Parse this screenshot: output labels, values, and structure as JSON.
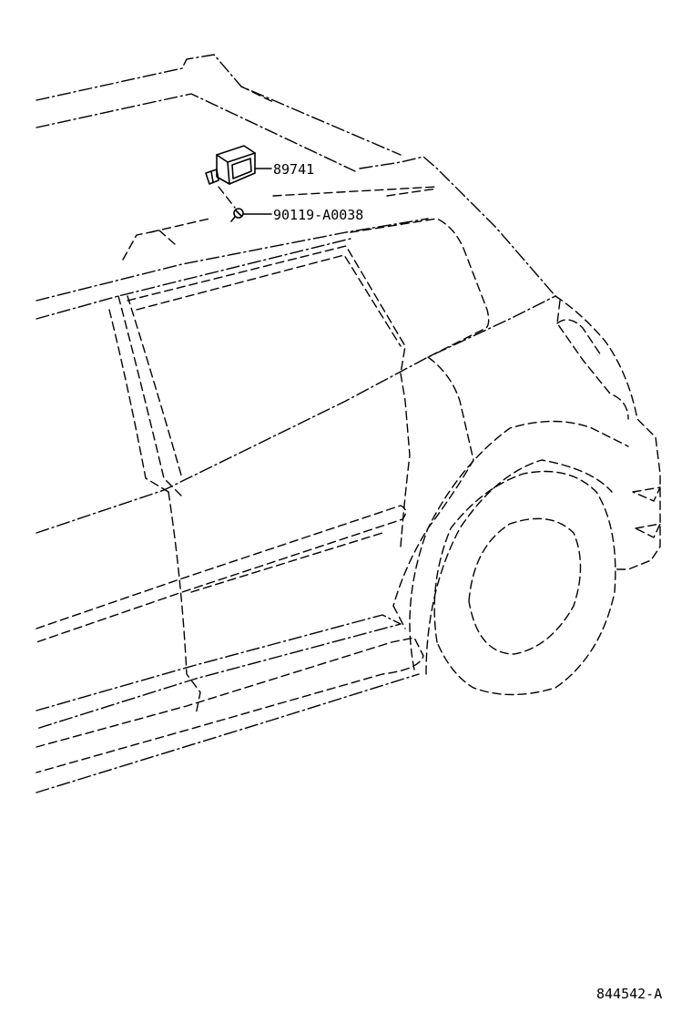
{
  "callouts": [
    {
      "part_number": "89741"
    },
    {
      "part_number": "90119-A0038"
    }
  ],
  "diagram_code": "844542-A"
}
